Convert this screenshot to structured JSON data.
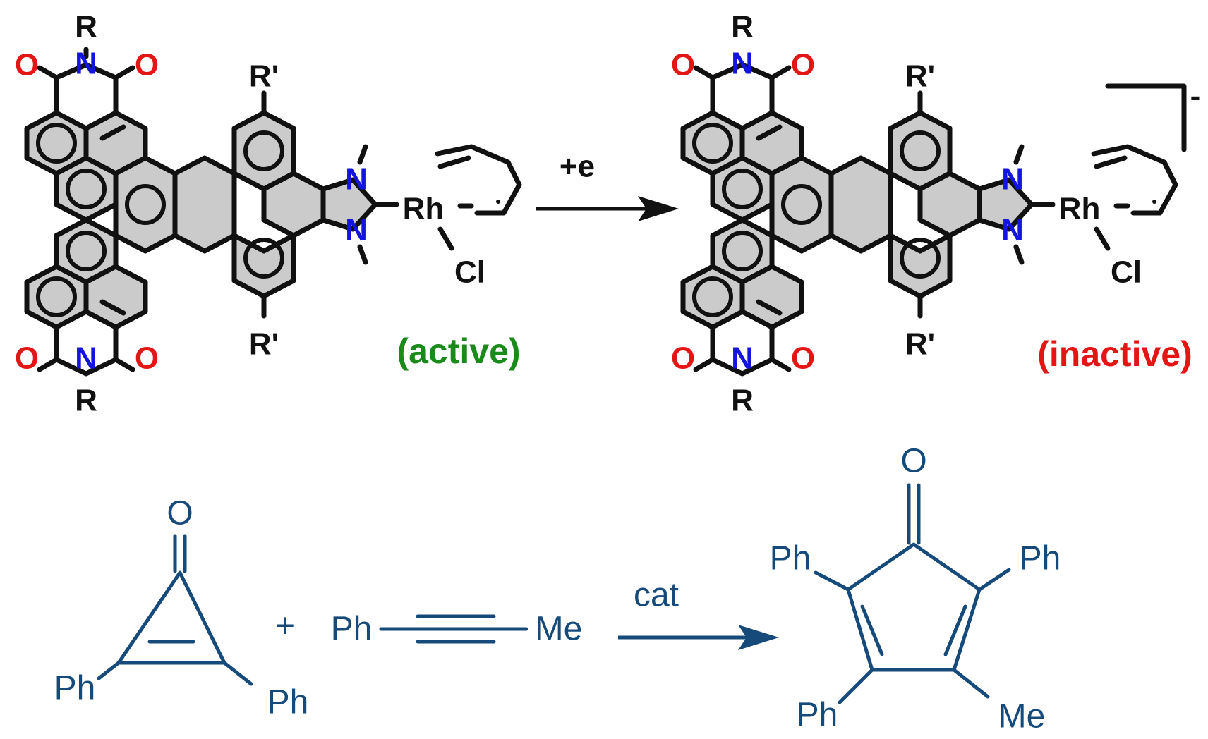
{
  "top_scheme": {
    "reagent_label": "+e",
    "left_state_label": "(active)",
    "right_state_label": "(inactive)",
    "charge": "-",
    "state_colors": {
      "active": "#1a8a1a",
      "inactive": "#e41515"
    },
    "atoms": {
      "imide_R": "R",
      "aryl_R": "R'",
      "imide_N": "N",
      "carbonyl_O": "O",
      "carbene_N": "N",
      "metal": "Rh",
      "chloride": "Cl"
    }
  },
  "bottom_scheme": {
    "reactant1_O": "O",
    "reactant1_Ph": "Ph",
    "plus": "+",
    "alkyne_left": "Ph",
    "alkyne_right": "Me",
    "catalyst_label": "cat",
    "product_O": "O",
    "product_Ph": "Ph",
    "product_Me": "Me",
    "color": "#164a7a"
  }
}
